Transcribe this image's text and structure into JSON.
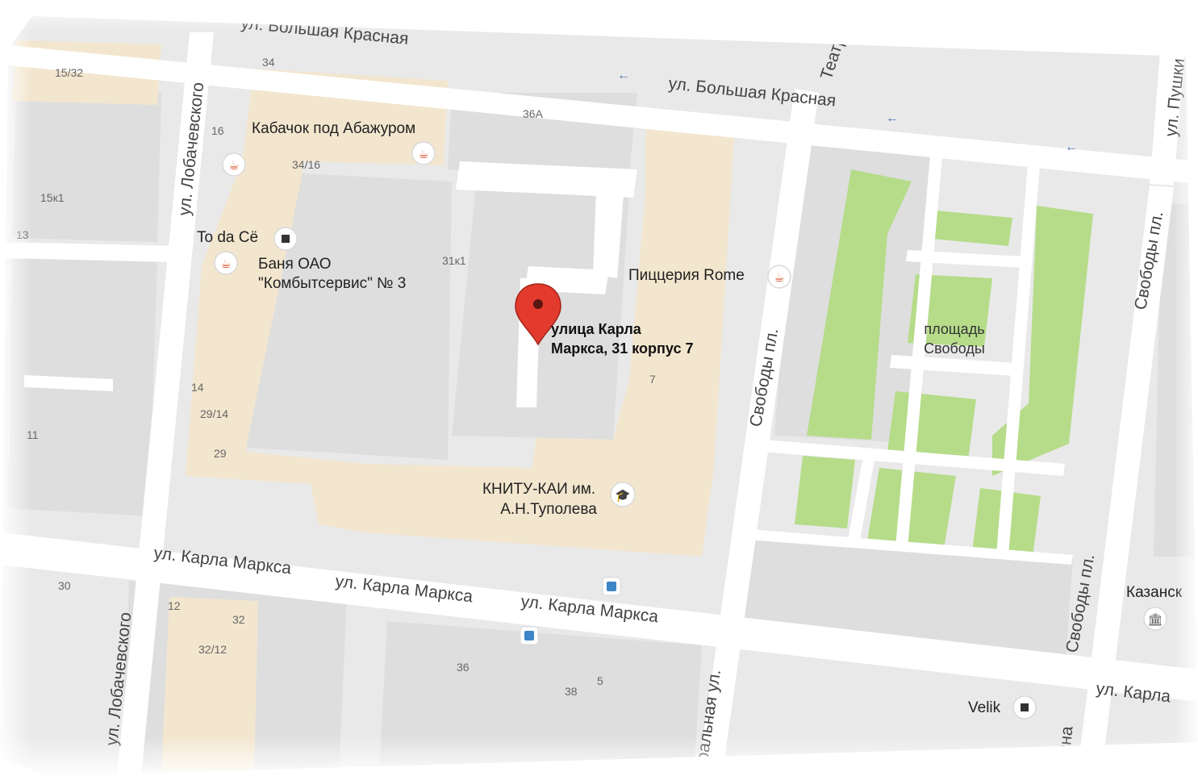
{
  "map": {
    "colors": {
      "background": "#e9e9e9",
      "road": "#ffffff",
      "building": "#f3e6cf",
      "block": "#dedede",
      "park": "#b6dc8a",
      "pin": "#e23b2e",
      "poi_icon": "#d4532a",
      "transit": "#3d85c6"
    },
    "streets": [
      {
        "id": "st-bolshaya-krasnaya-1",
        "name": "ул. Большая Красная"
      },
      {
        "id": "st-bolshaya-krasnaya-2",
        "name": "ул. Большая Красная"
      },
      {
        "id": "st-lobachevskogo-1",
        "name": "ул. Лобачевского"
      },
      {
        "id": "st-lobachevskogo-2",
        "name": "ул. Лобачевского"
      },
      {
        "id": "st-karla-marksa-1",
        "name": "ул. Карла Маркса"
      },
      {
        "id": "st-karla-marksa-2",
        "name": "ул. Карла Маркса"
      },
      {
        "id": "st-karla-marksa-3",
        "name": "ул. Карла Маркса"
      },
      {
        "id": "st-karla-marksa-4",
        "name": "ул. Карла"
      },
      {
        "id": "st-svobody-1",
        "name": "Свободы пл."
      },
      {
        "id": "st-svobody-2",
        "name": "Свободы пл."
      },
      {
        "id": "st-svobody-3",
        "name": "Свободы пл."
      },
      {
        "id": "st-teatr",
        "name": "Театр"
      },
      {
        "id": "st-teatralnaya",
        "name": "ральная ул."
      },
      {
        "id": "st-pushkina-1",
        "name": "ул. Пушки"
      },
      {
        "id": "st-pushkina-2",
        "name": "кина"
      }
    ],
    "building_numbers": [
      "15/32",
      "34",
      "16",
      "34/16",
      "36А",
      "15к1",
      "13",
      "31к1",
      "7",
      "14",
      "29/14",
      "29",
      "11",
      "30",
      "12",
      "32",
      "32/12",
      "36",
      "38",
      "5"
    ],
    "places": {
      "kabachok": "Кабачок под Абажуром",
      "to_da_se": "To da Cё",
      "banya_line1": "Баня ОАО",
      "banya_line2": "\"Комбытсервис\" № 3",
      "pizzeria": "Пиццерия Rome",
      "pin_line1": "улица Карла",
      "pin_line2": "Маркса, 31 корпус 7",
      "square_line1": "площадь",
      "square_line2": "Свободы",
      "kai_line1": "КНИТУ-КАИ им.",
      "kai_line2": "А.Н.Туполева",
      "kazan": "Казанск",
      "velik": "Velik"
    },
    "icons": {
      "pin": "location-pin-icon",
      "restaurant": "restaurant-icon",
      "shop": "shop-icon",
      "university": "university-icon",
      "bus": "bus-stop-icon",
      "museum": "museum-icon",
      "oneway": "one-way-arrow-icon"
    }
  }
}
